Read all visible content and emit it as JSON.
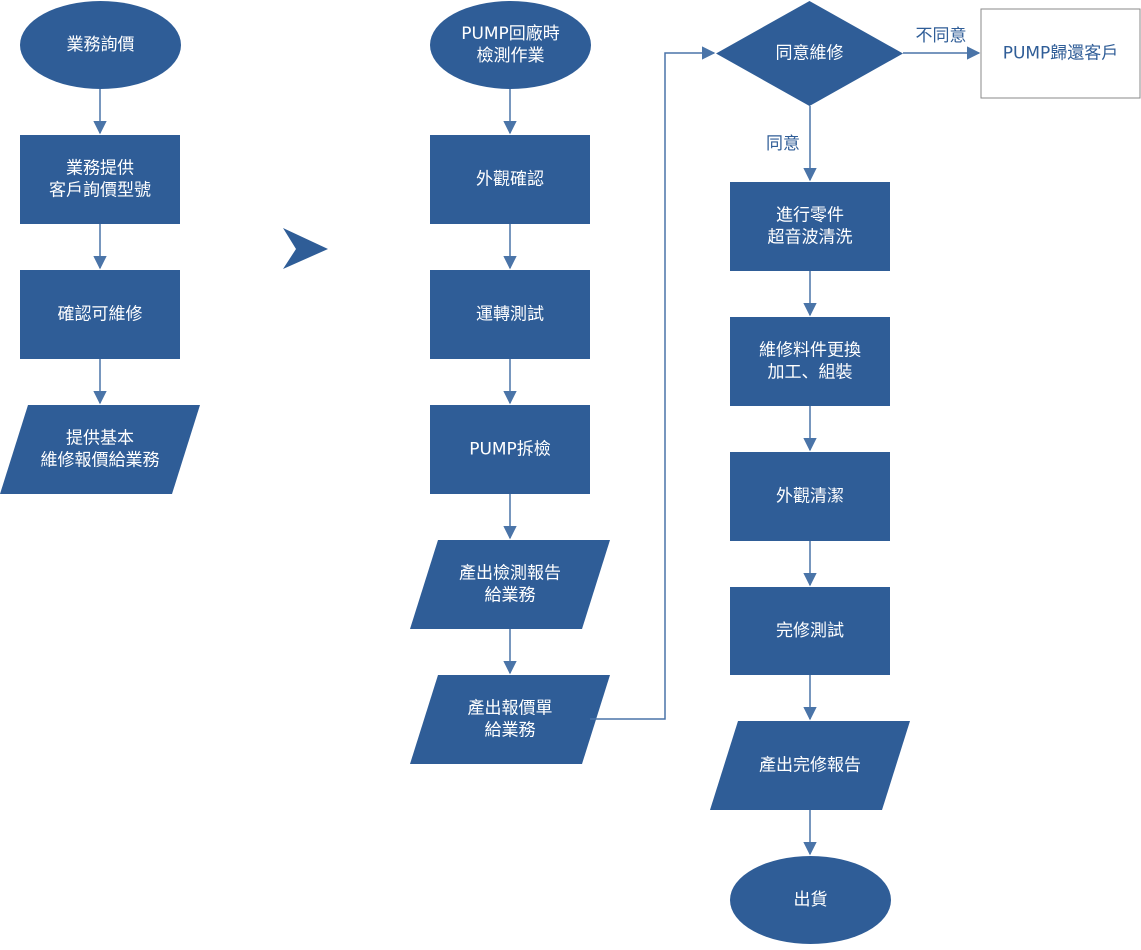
{
  "colors": {
    "fill": "#2f5d97",
    "edge": "#4a74a8",
    "outline": "#8a8a8a",
    "text": "#ffffff",
    "label": "#2f5d97"
  },
  "nodes": {
    "inquiry": [
      "業務詢價"
    ],
    "provide_model": [
      "業務提供",
      "客戶詢價型號"
    ],
    "confirm_repairable": [
      "確認可維修"
    ],
    "provide_quote": [
      "提供基本",
      "維修報價給業務"
    ],
    "return_inspect": [
      "PUMP回廠時",
      "檢測作業"
    ],
    "visual_check": [
      "外觀確認"
    ],
    "run_test": [
      "運轉測試"
    ],
    "disassemble": [
      "PUMP拆檢"
    ],
    "inspect_report": [
      "產出檢測報告",
      "給業務"
    ],
    "quote_sheet": [
      "產出報價單",
      "給業務"
    ],
    "agree_repair": [
      "同意維修"
    ],
    "return_customer": [
      "PUMP歸還客戶"
    ],
    "ultrasonic": [
      "進行零件",
      "超音波清洗"
    ],
    "replace_parts": [
      "維修料件更換",
      "加工、組裝"
    ],
    "clean_exterior": [
      "外觀清潔"
    ],
    "final_test": [
      "完修測試"
    ],
    "final_report": [
      "產出完修報告"
    ],
    "ship": [
      "出貨"
    ]
  },
  "edge_labels": {
    "disagree": "不同意",
    "agree": "同意"
  },
  "separator_icon": "chevron-right-icon"
}
